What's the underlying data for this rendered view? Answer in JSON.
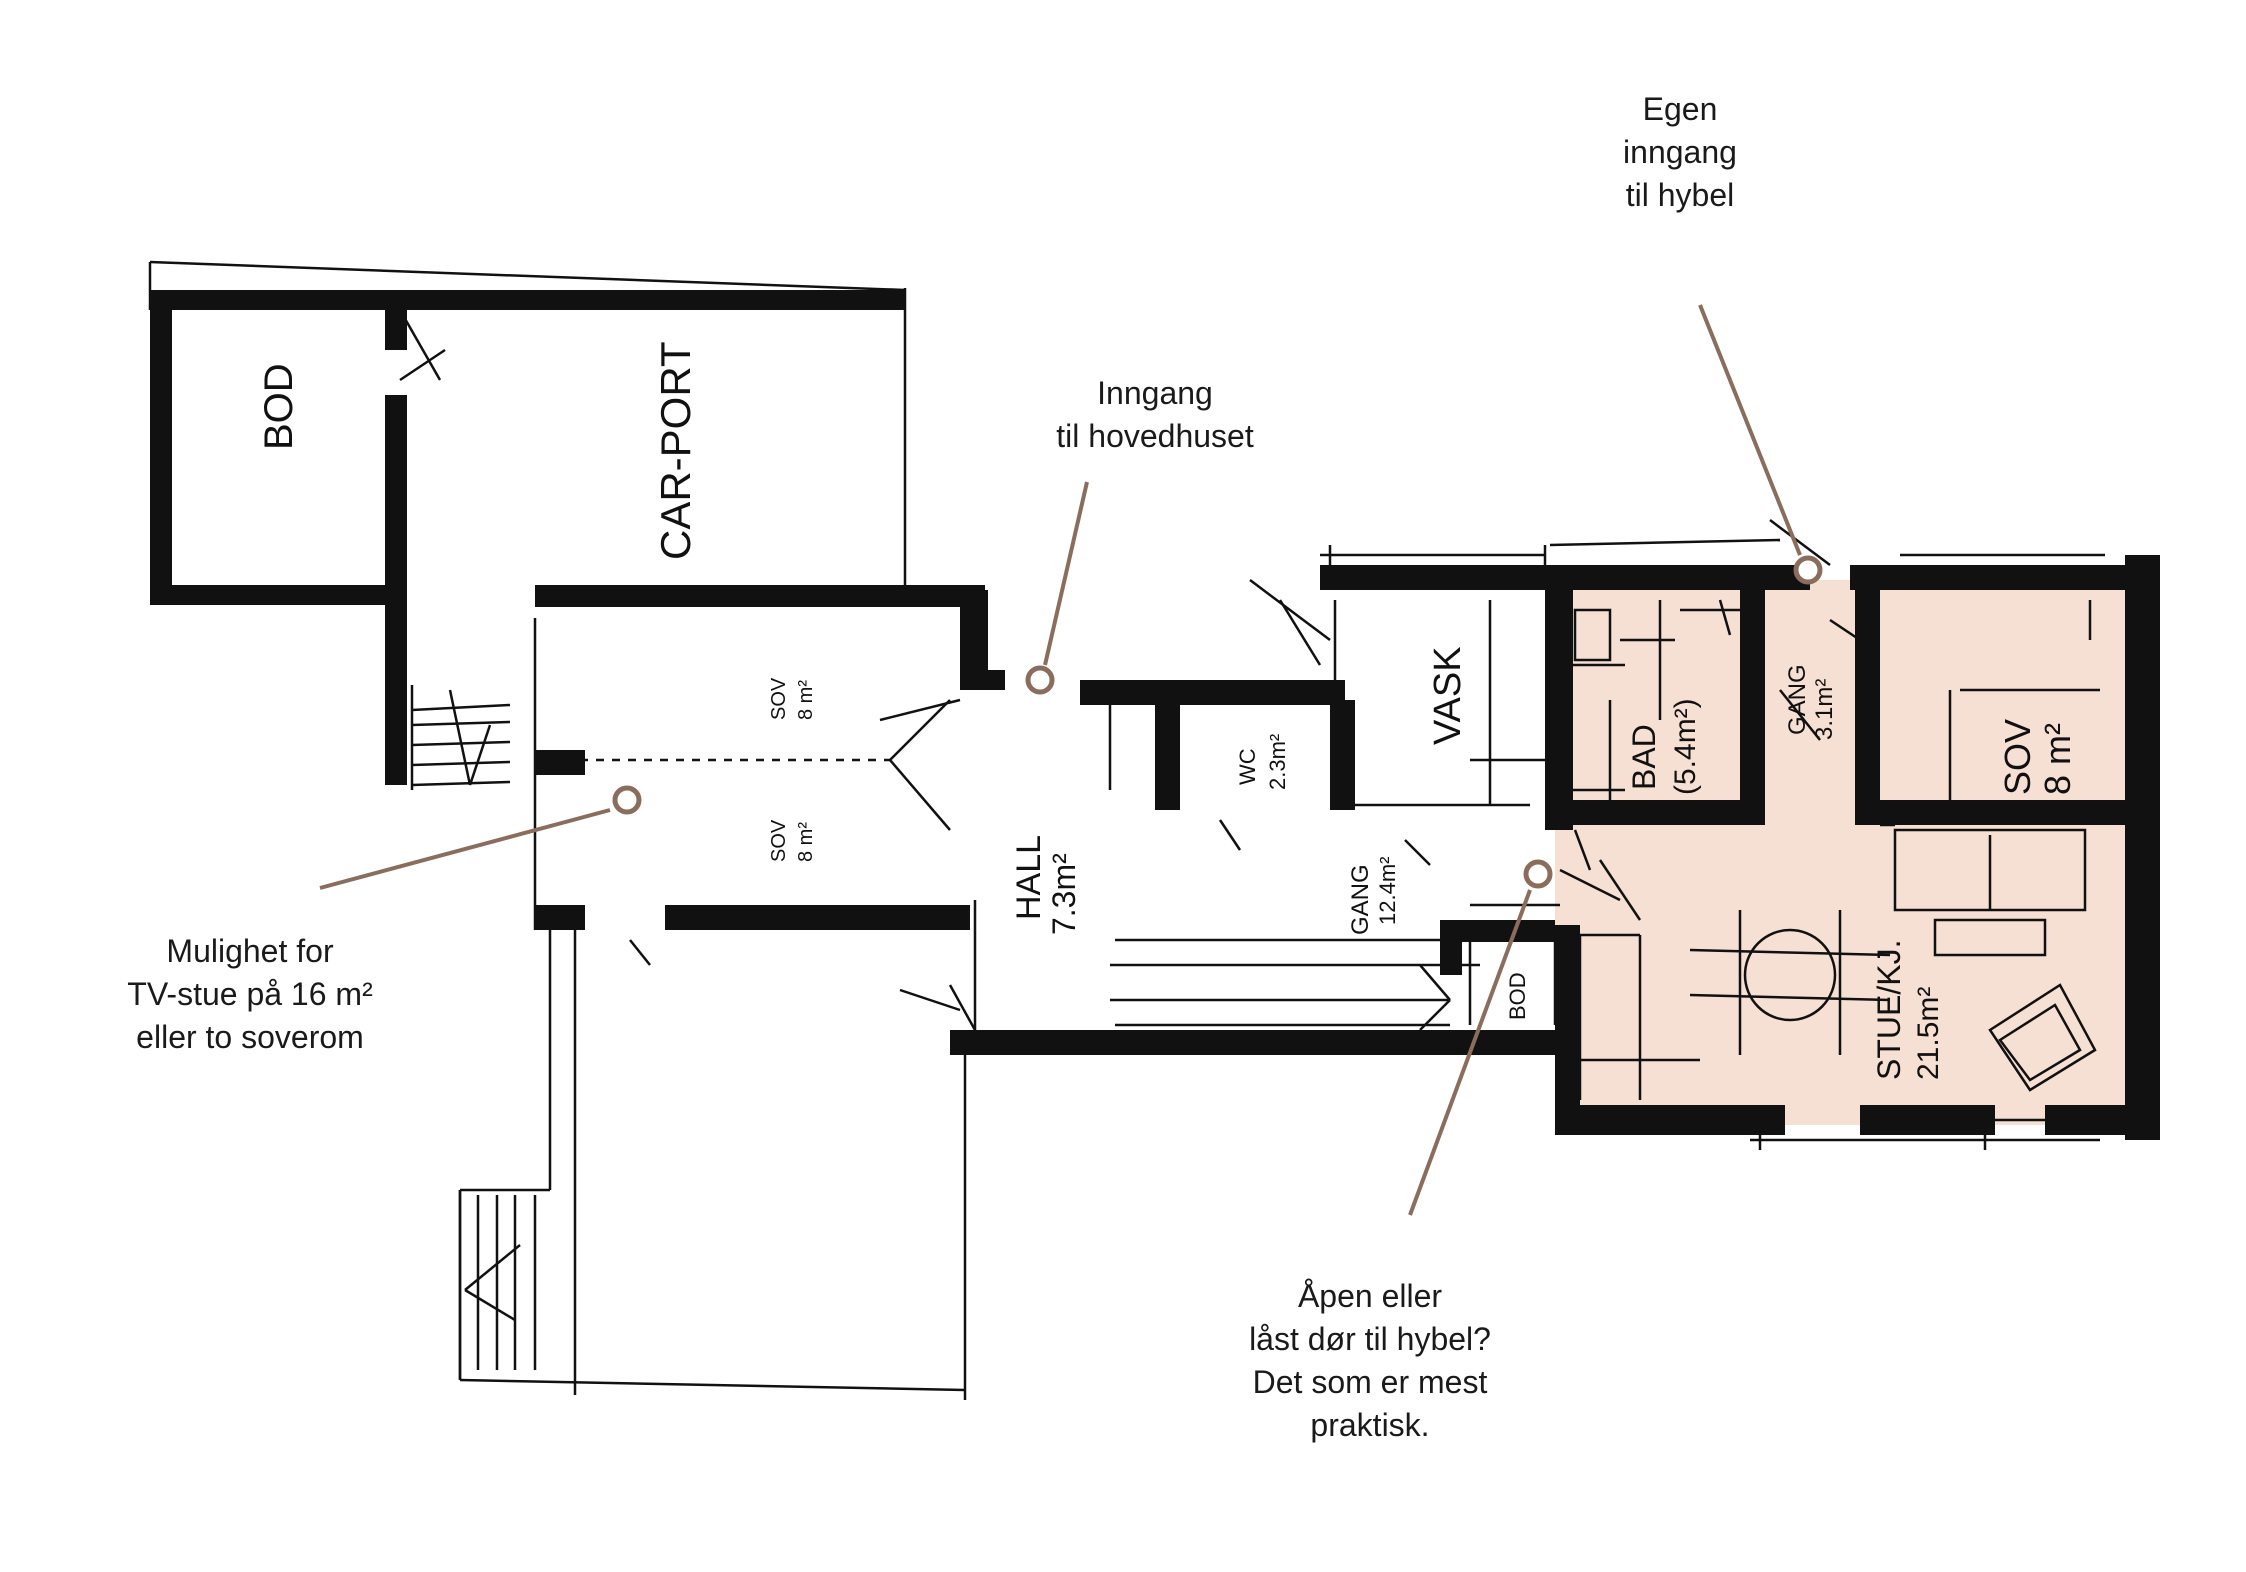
{
  "colors": {
    "wall": "#111111",
    "hybel_fill": "#f6dfd3",
    "callout_line": "#8a6d5c",
    "text": "#1a1a1a"
  },
  "rooms": {
    "bod": "BOD",
    "carport": "CAR-PORT",
    "sov_upper": {
      "name": "SOV",
      "area": "8 m²"
    },
    "sov_lower": {
      "name": "SOV",
      "area": "8 m²"
    },
    "hall": {
      "name": "HALL",
      "area": "7.3m²"
    },
    "wc": {
      "name": "WC",
      "area": "2.3m²"
    },
    "vask": "VASK",
    "gang_main": {
      "name": "GANG",
      "area": "12.4m²"
    },
    "bad": {
      "name": "BAD",
      "area": "(5.4m²)"
    },
    "gang_hybel": {
      "name": "GANG",
      "area": "3.1m²"
    },
    "sov_hybel": {
      "name": "SOV",
      "area": "8 m²"
    },
    "stue": {
      "name": "STUE/KJ.",
      "area": "21.5m²"
    },
    "bod2": "BOD"
  },
  "callouts": {
    "egen_inngang": [
      "Egen",
      "inngang",
      "til hybel"
    ],
    "inngang_hovedhus": [
      "Inngang",
      "til  hovedhuset"
    ],
    "tv_stue": [
      "Mulighet for",
      "TV-stue på 16 m²",
      "eller to soverom"
    ],
    "apen_dor": [
      "Åpen eller",
      "låst dør til hybel?",
      "Det som er mest",
      "praktisk."
    ]
  }
}
